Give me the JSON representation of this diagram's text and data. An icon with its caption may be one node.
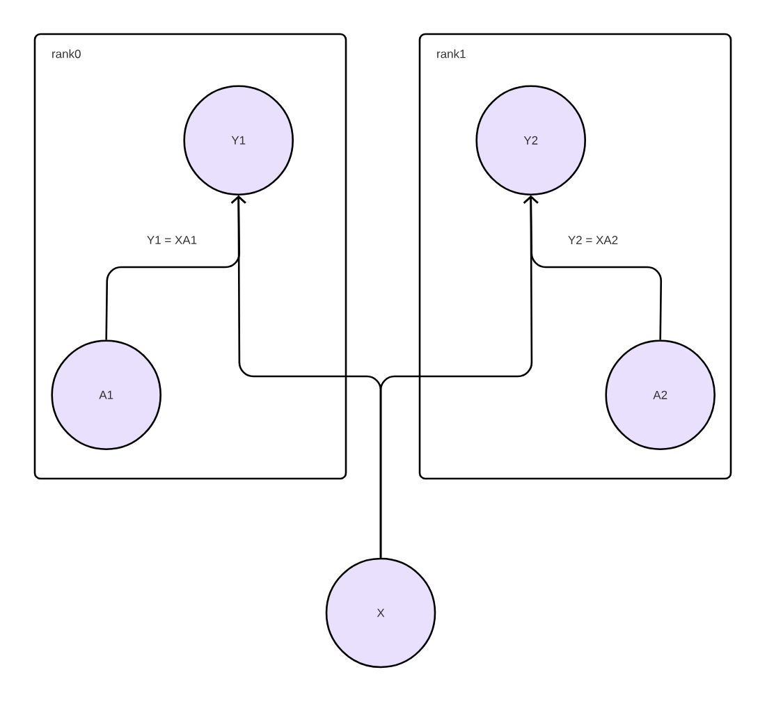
{
  "diagram": {
    "nodes": [
      {
        "text": [
          "rank0"
        ]
      },
      {
        "text": [
          "Y1"
        ],
        "in": 0
      },
      {
        "text": [
          "A1"
        ],
        "in": 0
      },
      {
        "text": [
          "rank1"
        ]
      },
      {
        "text": [
          "Y2"
        ],
        "in": 3
      },
      {
        "text": [
          "A2"
        ],
        "in": 3
      },
      {
        "text": [
          "X"
        ]
      }
    ],
    "edges": [
      {
        "from": 2,
        "to": 1,
        "arrow": "to",
        "label": "Y1 = XA1"
      },
      {
        "from": 6,
        "to": 1,
        "arrow": "to"
      },
      {
        "from": 5,
        "to": 4,
        "arrow": "to",
        "label": "Y2 = XA2"
      },
      {
        "from": 6,
        "to": 4,
        "arrow": "to"
      }
    ]
  }
}
